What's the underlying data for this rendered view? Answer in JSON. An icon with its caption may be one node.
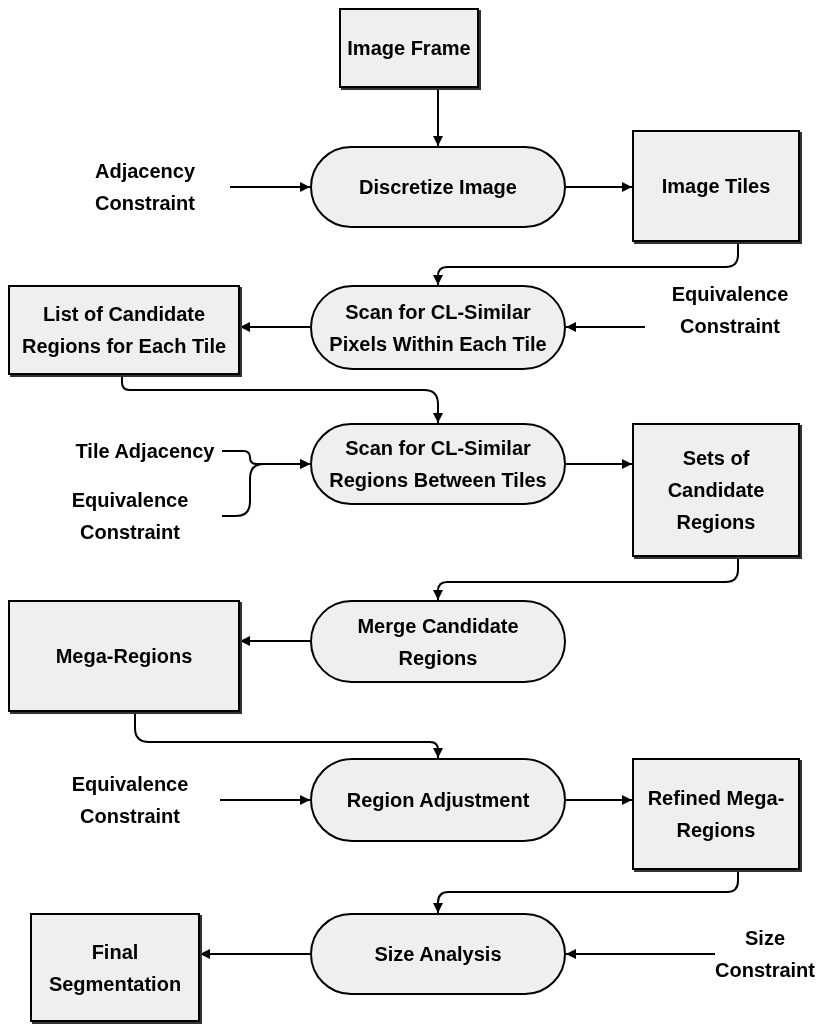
{
  "diagram": {
    "nodes": [
      {
        "text": [
          "Image Frame"
        ]
      },
      {
        "text": [
          "Adjacency Constraint"
        ]
      },
      {
        "text": [
          "Discretize Image"
        ]
      },
      {
        "text": [
          "Image Tiles"
        ]
      },
      {
        "text": [
          "List of Candidate Regions for Each Tile"
        ]
      },
      {
        "text": [
          "Scan for CL-Similar Pixels Within Each Tile"
        ]
      },
      {
        "text": [
          "Equivalence Constraint"
        ]
      },
      {
        "text": [
          "Tile Adjacency"
        ]
      },
      {
        "text": [
          "Scan for CL-Similar Regions Between Tiles"
        ]
      },
      {
        "text": [
          "Sets of Candidate Regions"
        ]
      },
      {
        "text": [
          "Equivalence Constraint"
        ]
      },
      {
        "text": [
          "Mega-Regions"
        ]
      },
      {
        "text": [
          "Merge Candidate Regions"
        ]
      },
      {
        "text": [
          "Equivalence Constraint"
        ]
      },
      {
        "text": [
          "Region Adjustment"
        ]
      },
      {
        "text": [
          "Refined Mega-Regions"
        ]
      },
      {
        "text": [
          "Final Segmentation"
        ]
      },
      {
        "text": [
          "Size Analysis"
        ]
      },
      {
        "text": [
          "Size Constraint"
        ]
      }
    ],
    "edges": [
      {
        "from": 0,
        "to": 2,
        "arrow": "to"
      },
      {
        "from": 1,
        "to": 2,
        "arrow": "to"
      },
      {
        "from": 2,
        "to": 3,
        "arrow": "to"
      },
      {
        "from": 3,
        "to": 5,
        "arrow": "to"
      },
      {
        "from": 6,
        "to": 5,
        "arrow": "to"
      },
      {
        "from": 5,
        "to": 4,
        "arrow": "to"
      },
      {
        "from": 4,
        "to": 8,
        "arrow": "to"
      },
      {
        "from": 7,
        "to": 8,
        "arrow": "to"
      },
      {
        "from": 10,
        "to": 8,
        "arrow": "to"
      },
      {
        "from": 8,
        "to": 9,
        "arrow": "to"
      },
      {
        "from": 9,
        "to": 12,
        "arrow": "to"
      },
      {
        "from": 12,
        "to": 11,
        "arrow": "to"
      },
      {
        "from": 11,
        "to": 14,
        "arrow": "to"
      },
      {
        "from": 13,
        "to": 14,
        "arrow": "to"
      },
      {
        "from": 14,
        "to": 15,
        "arrow": "to"
      },
      {
        "from": 15,
        "to": 17,
        "arrow": "to"
      },
      {
        "from": 18,
        "to": 17,
        "arrow": "to"
      },
      {
        "from": 17,
        "to": 16,
        "arrow": "to"
      }
    ]
  }
}
